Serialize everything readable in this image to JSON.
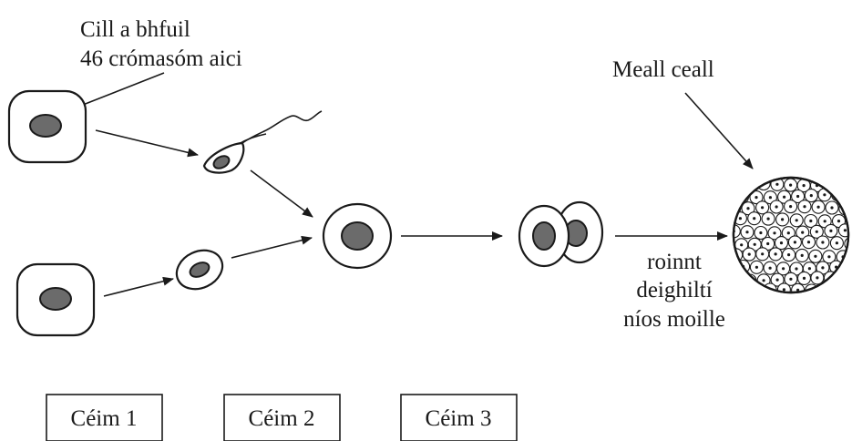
{
  "labels": {
    "body_cell_line1": "Cill a bhfuil",
    "body_cell_line2": "46 crómasóm aici",
    "cell_mass": "Meall ceall",
    "division_line1": "roinnt",
    "division_line2": "deighiltí",
    "division_line3": "níos moille"
  },
  "steps": [
    "Céim 1",
    "Céim 2",
    "Céim 3"
  ]
}
